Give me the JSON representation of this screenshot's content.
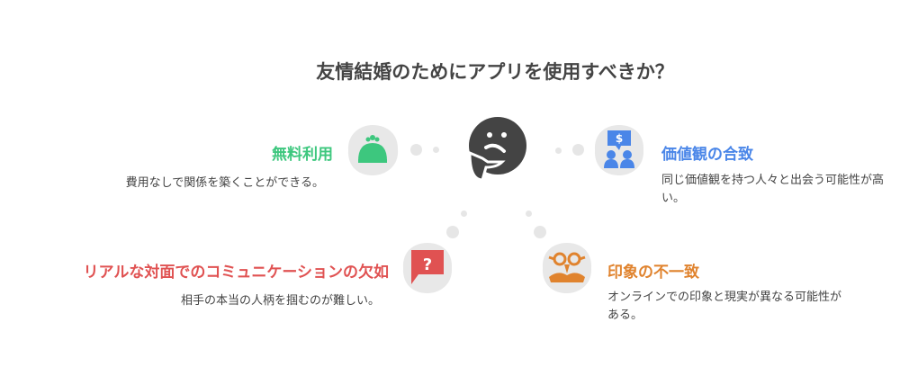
{
  "title": "友情結婚のためにアプリを使用すべきか？",
  "colors": {
    "green": "#3dc77e",
    "blue": "#4a86e8",
    "red": "#e05252",
    "orange": "#e0832e",
    "face": "#444444",
    "blob": "#e8e8e8"
  },
  "items": [
    {
      "heading": "無料利用",
      "description": "費用なしで関係を築くことができる。",
      "icon": "coin-purse-icon"
    },
    {
      "heading": "価値観の合致",
      "description": "同じ価値観を持つ人々と出会う可能性が高い。",
      "icon": "people-money-icon"
    },
    {
      "heading": "リアルな対面でのコミュニケーションの欠如",
      "description": "相手の本当の人柄を掴むのが難しい。",
      "icon": "question-bubble-icon"
    },
    {
      "heading": "印象の不一致",
      "description": "オンラインでの印象と現実が異なる可能性がある。",
      "icon": "disguise-glasses-icon"
    }
  ],
  "center_icon": "thinking-face-icon"
}
